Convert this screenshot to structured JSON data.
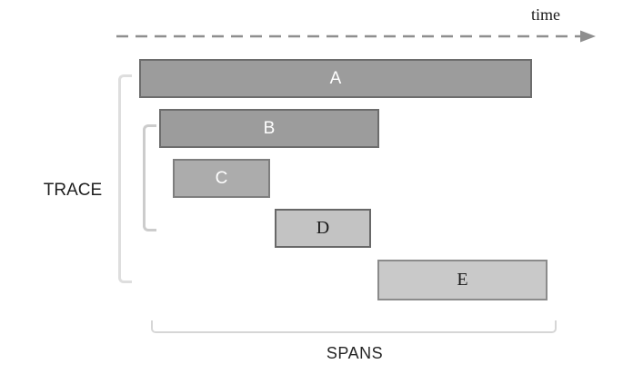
{
  "diagram": {
    "type": "trace-span-waterfall",
    "time_axis_label": "time",
    "trace_label": "TRACE",
    "spans_group_label": "SPANS"
  },
  "spans": [
    {
      "label": "A",
      "row": 1,
      "timeline_start_pct": 5,
      "timeline_end_pct": 89,
      "fill": "#9c9c9c",
      "text_color": "#ffffff"
    },
    {
      "label": "B",
      "row": 2,
      "timeline_start_pct": 9,
      "timeline_end_pct": 56,
      "fill": "#9c9c9c",
      "text_color": "#ffffff"
    },
    {
      "label": "C",
      "row": 3,
      "timeline_start_pct": 12,
      "timeline_end_pct": 33,
      "fill": "#acacac",
      "text_color": "#ffffff"
    },
    {
      "label": "D",
      "row": 4,
      "timeline_start_pct": 34,
      "timeline_end_pct": 55,
      "fill": "#c3c3c3",
      "text_color": "#1a1a1a"
    },
    {
      "label": "E",
      "row": 5,
      "timeline_start_pct": 56,
      "timeline_end_pct": 93,
      "fill": "#c9c9c9",
      "text_color": "#1a1a1a"
    }
  ],
  "colors": {
    "background": "#ffffff",
    "arrow": "#8e8e8e",
    "bracket_light": "#dedede",
    "bracket_bottom": "#d6d6d6",
    "dark_text": "#1c1c1c",
    "bar_dark_fill": "#9c9c9c",
    "bar_light_fill": "#c9c9c9",
    "bar_border_dark": "#6d6d6d"
  }
}
